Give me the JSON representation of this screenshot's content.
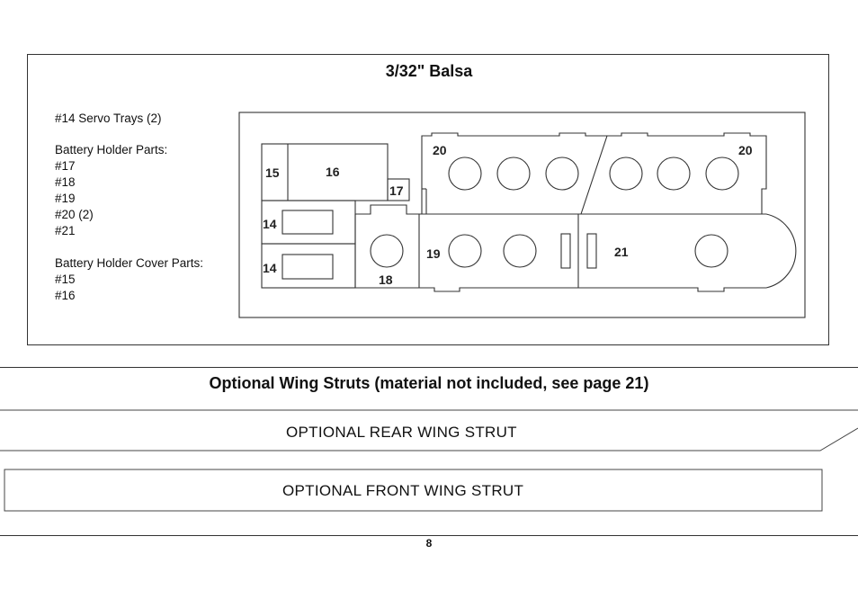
{
  "balsa_section": {
    "title": "3/32\" Balsa",
    "legend": [
      "#14 Servo Trays (2)",
      "",
      "Battery Holder Parts:",
      "#17",
      "#18",
      "#19",
      "#20 (2)",
      "#21",
      "",
      "Battery Holder Cover Parts:",
      "#15",
      "#16"
    ],
    "part_labels": {
      "p15": "15",
      "p16": "16",
      "p17": "17",
      "p14a": "14",
      "p14b": "14",
      "p18": "18",
      "p19": "19",
      "p20a": "20",
      "p20b": "20",
      "p21": "21"
    }
  },
  "struts_section": {
    "title": "Optional Wing Struts (material not included, see page 21)",
    "rear_strut": "OPTIONAL REAR WING STRUT",
    "front_strut": "OPTIONAL FRONT WING STRUT"
  },
  "page_number": "8"
}
